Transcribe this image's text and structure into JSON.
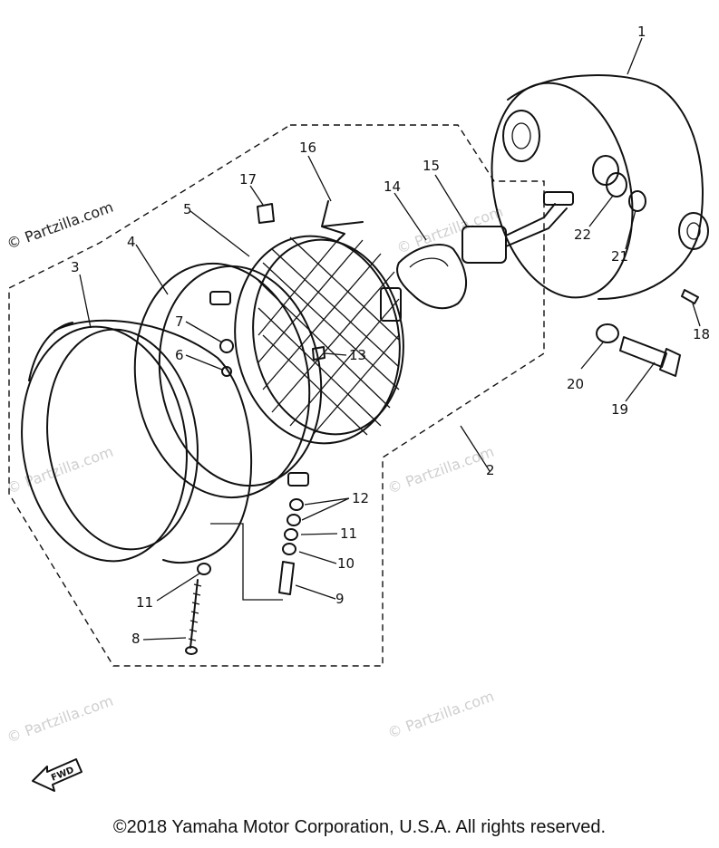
{
  "diagram": {
    "callouts": [
      "1",
      "2",
      "3",
      "4",
      "5",
      "6",
      "7",
      "8",
      "9",
      "10",
      "11",
      "11",
      "12",
      "13",
      "14",
      "15",
      "16",
      "17",
      "18",
      "19",
      "20",
      "21",
      "22"
    ],
    "watermark": "© Partzilla.com",
    "fwd_label": "FWD"
  },
  "footer": {
    "copyright": "©2018 Yamaha Motor Corporation, U.S.A. All rights reserved."
  }
}
